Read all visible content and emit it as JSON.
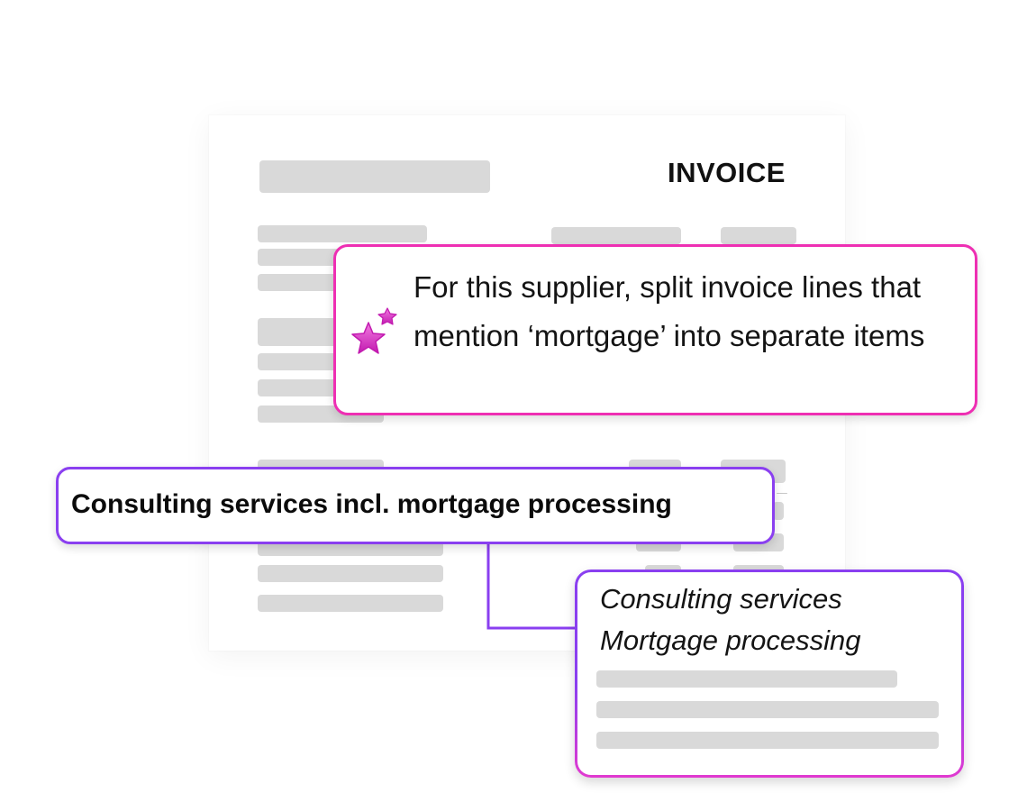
{
  "document": {
    "title": "INVOICE"
  },
  "instruction": {
    "icon": "sparkle-stars-icon",
    "text": "For this supplier, split invoice lines that mention ‘mortgage’ into separate items",
    "border_color": "#ee2fb3"
  },
  "source_line": {
    "text": "Consulting services incl. mortgage processing",
    "border_color": "#8a3ff0"
  },
  "split_result": {
    "items": [
      "Consulting services",
      "Mortgage processing"
    ]
  },
  "colors": {
    "placeholder": "#d9d9d9",
    "accent_pink": "#ee2fb3",
    "accent_purple": "#8a3ff0"
  }
}
